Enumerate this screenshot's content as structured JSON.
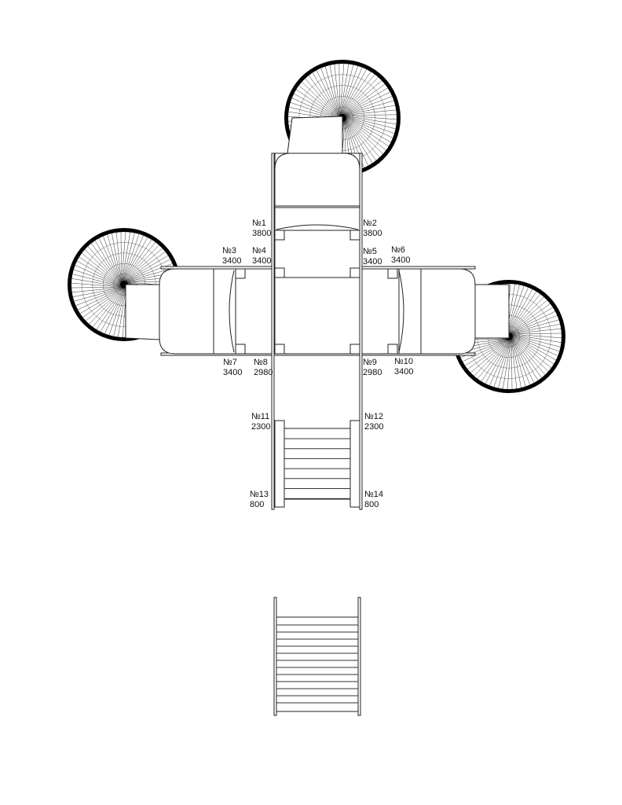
{
  "posts": [
    {
      "num": "№1",
      "height": "3800"
    },
    {
      "num": "№2",
      "height": "3800"
    },
    {
      "num": "№3",
      "height": "3400"
    },
    {
      "num": "№4",
      "height": "3400"
    },
    {
      "num": "№5",
      "height": "3400"
    },
    {
      "num": "№6",
      "height": "3400"
    },
    {
      "num": "№7",
      "height": "3400"
    },
    {
      "num": "№8",
      "height": "2980"
    },
    {
      "num": "№9",
      "height": "2980"
    },
    {
      "num": "№10",
      "height": "3400"
    },
    {
      "num": "№11",
      "height": "2300"
    },
    {
      "num": "№12",
      "height": "2300"
    },
    {
      "num": "№13",
      "height": "800"
    },
    {
      "num": "№14",
      "height": "800"
    }
  ],
  "colors": {
    "line": "#222222",
    "fill": "#ffffff",
    "spiral": "#000000"
  }
}
